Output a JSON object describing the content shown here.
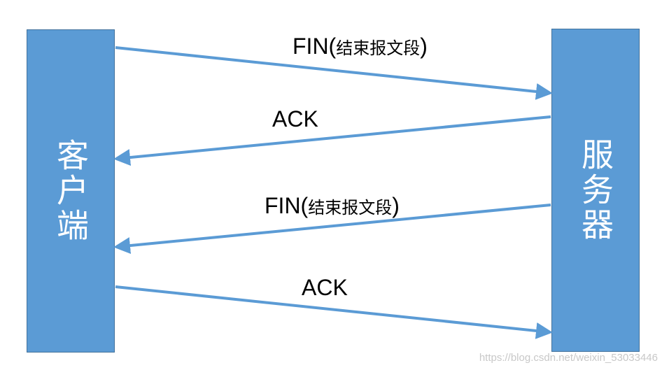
{
  "client": {
    "label": "客户端"
  },
  "server": {
    "label": "服务器"
  },
  "messages": [
    {
      "prefix": "FIN(",
      "sub": "结束报文段",
      "suffix": ")",
      "direction": "client-to-server"
    },
    {
      "prefix": "ACK",
      "sub": "",
      "suffix": "",
      "direction": "server-to-client"
    },
    {
      "prefix": "FIN(",
      "sub": "结束报文段",
      "suffix": ")",
      "direction": "server-to-client"
    },
    {
      "prefix": "ACK",
      "sub": "",
      "suffix": "",
      "direction": "client-to-server"
    }
  ],
  "colors": {
    "box": "#5b9bd5",
    "arrow": "#5b9bd5",
    "text": "#000000"
  },
  "watermark": "https://blog.csdn.net/weixin_53033446"
}
